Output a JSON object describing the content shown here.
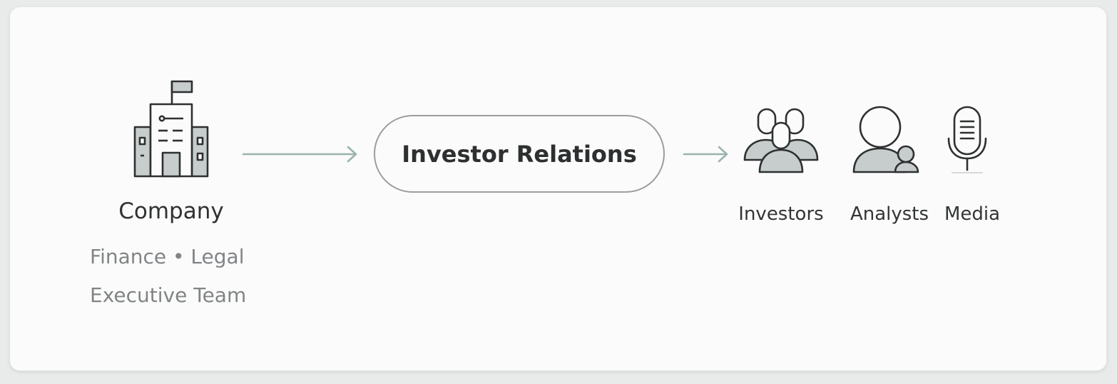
{
  "source": {
    "title": "Company",
    "departments_line1": "Finance • Legal",
    "departments_line2": "Executive Team",
    "icon": "building-icon"
  },
  "hub": {
    "label": "Investor Relations"
  },
  "audiences": [
    {
      "label": "Investors",
      "icon": "group-icon"
    },
    {
      "label": "Analysts",
      "icon": "analyst-icon"
    },
    {
      "label": "Media",
      "icon": "microphone-icon"
    }
  ],
  "colors": {
    "icon_fill": "#c6cdcc",
    "icon_stroke": "#2e3031",
    "arrow": "#9ab3af",
    "pill_border": "#9a9c9d",
    "subtext": "#818486"
  }
}
